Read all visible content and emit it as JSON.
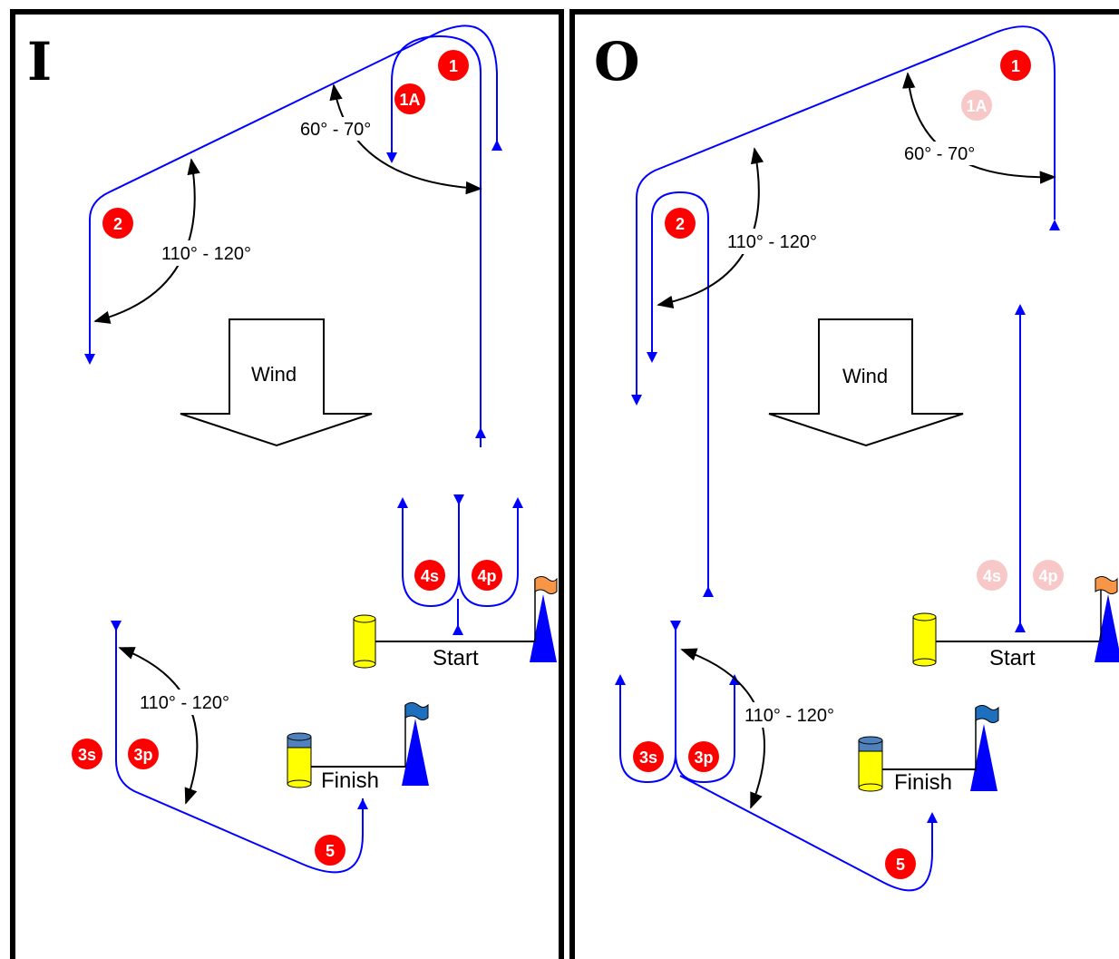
{
  "colors": {
    "course_line": "#0000ff",
    "mark_fill": "#ff0000",
    "mark_faded": "#f8c8c8",
    "buoy_yellow": "#ffff00",
    "cap_blue": "#4f81bd",
    "flag_orange": "#f79646",
    "flag_blue": "#1f6fbf",
    "frame": "#000000"
  },
  "panels": [
    {
      "letter": "I",
      "wind_label": "Wind",
      "start_label": "Start",
      "finish_label": "Finish",
      "angles": [
        "60° - 70°",
        "110° - 120°",
        "110° - 120°"
      ],
      "marks": [
        "1",
        "1A",
        "2",
        "3s",
        "3p",
        "4s",
        "4p",
        "5"
      ]
    },
    {
      "letter": "O",
      "wind_label": "Wind",
      "start_label": "Start",
      "finish_label": "Finish",
      "angles": [
        "60° - 70°",
        "110° - 120°",
        "110° - 120°"
      ],
      "marks": [
        "1",
        "1A",
        "2",
        "3s",
        "3p",
        "4s",
        "4p",
        "5"
      ],
      "faded_marks": [
        "1A",
        "4s",
        "4p"
      ]
    }
  ]
}
